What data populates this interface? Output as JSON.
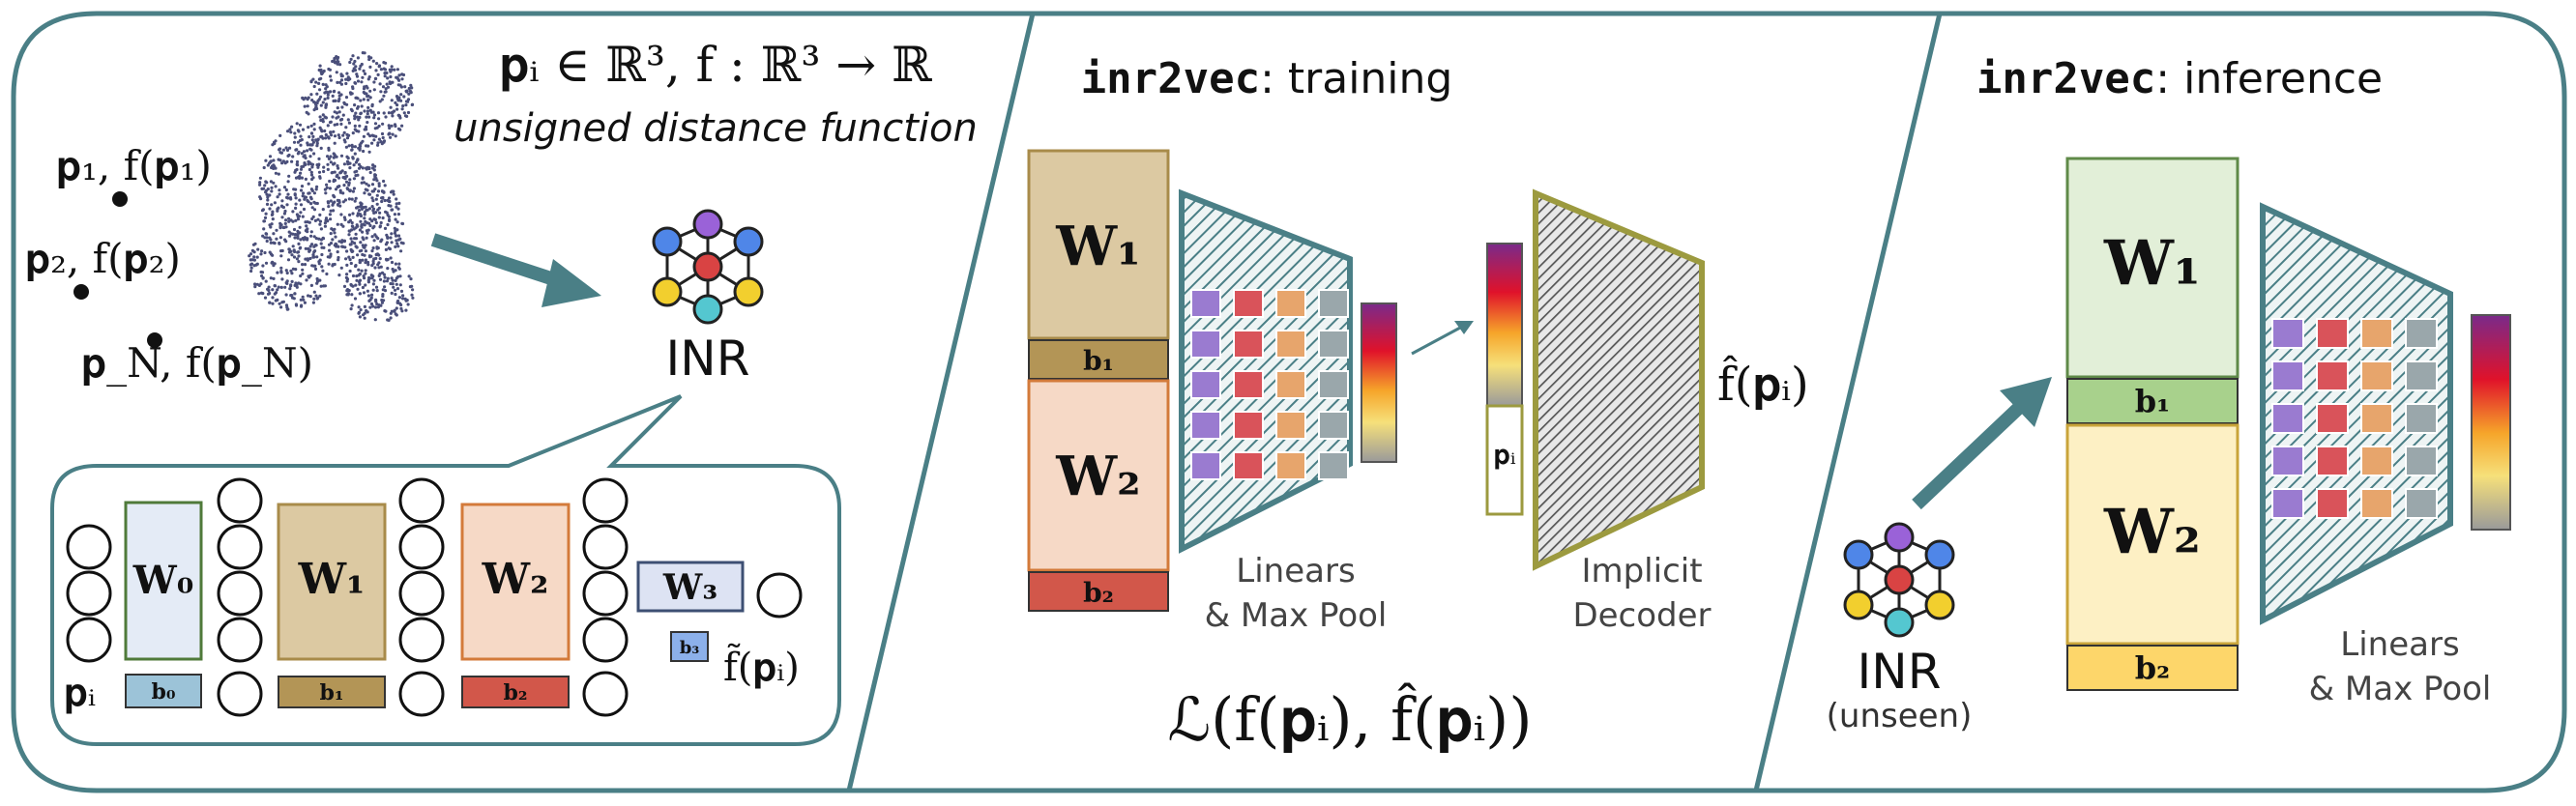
{
  "panel1": {
    "formula_top": "𝐩ᵢ ∈ ℝ³,    f : ℝ³ → ℝ",
    "subtitle": "unsigned distance function",
    "points": [
      "𝐩₁, f(𝐩₁)",
      "𝐩₂, f(𝐩₂)",
      "𝐩_N, f(𝐩_N)"
    ],
    "inr_label": "INR",
    "network": {
      "w0": "𝐖₀",
      "b0": "𝐛₀",
      "w1": "𝐖₁",
      "b1": "𝐛₁",
      "w2": "𝐖₂",
      "b2": "𝐛₂",
      "w3": "𝐖₃",
      "b3": "𝐛₃",
      "input_label": "𝐩ᵢ",
      "output_label": "f̃(𝐩ᵢ)"
    }
  },
  "panel2": {
    "title_code": "inr2vec",
    "title_rest": ": training",
    "w1": "𝐖₁",
    "b1": "𝐛₁",
    "w2": "𝐖₂",
    "b2": "𝐛₂",
    "encoder_label_1": "Linears",
    "encoder_label_2": "& Max Pool",
    "pi_label": "𝐩ᵢ",
    "decoder_label_1": "Implicit",
    "decoder_label_2": "Decoder",
    "output_label": "f̂(𝐩ᵢ)",
    "loss": "ℒ(f(𝐩ᵢ), f̂(𝐩ᵢ))"
  },
  "panel3": {
    "title_code": "inr2vec",
    "title_rest": ": inference",
    "w1": "𝐖₁",
    "b1": "𝐛₁",
    "w2": "𝐖₂",
    "b2": "𝐛₂",
    "inr_label": "INR",
    "inr_sub": "(unseen)",
    "encoder_label_1": "Linears",
    "encoder_label_2": "& Max Pool"
  },
  "colors": {
    "frame": "#4a7f86",
    "w0_fill": "#e4ebf6",
    "w0_stroke": "#4f7a3a",
    "b0_fill": "#9cc3d8",
    "w1_fill": "#dcc9a2",
    "w1_stroke": "#a88b4a",
    "b1_fill": "#b39556",
    "w2_fill": "#f6d9c6",
    "w2_stroke": "#d37a3a",
    "b2_fill": "#d2574a",
    "w3_fill": "#dde3f3",
    "w3_stroke": "#3d4f73",
    "b3_fill": "#8cb0ea",
    "inf_w1_fill": "#e2efd8",
    "inf_w1_stroke": "#5f8a48",
    "inf_b1_fill": "#a8d18c",
    "inf_w2_fill": "#fdf0c4",
    "inf_w2_stroke": "#c9a43a",
    "inf_b2_fill": "#fdd66a",
    "decoder_stroke": "#9c9a3f",
    "inr_node_blue": "#4f86e8",
    "inr_node_purple": "#9a62d8",
    "inr_node_red": "#d94343",
    "inr_node_yellow": "#f2cf2e",
    "inr_node_teal": "#54c7d0"
  }
}
